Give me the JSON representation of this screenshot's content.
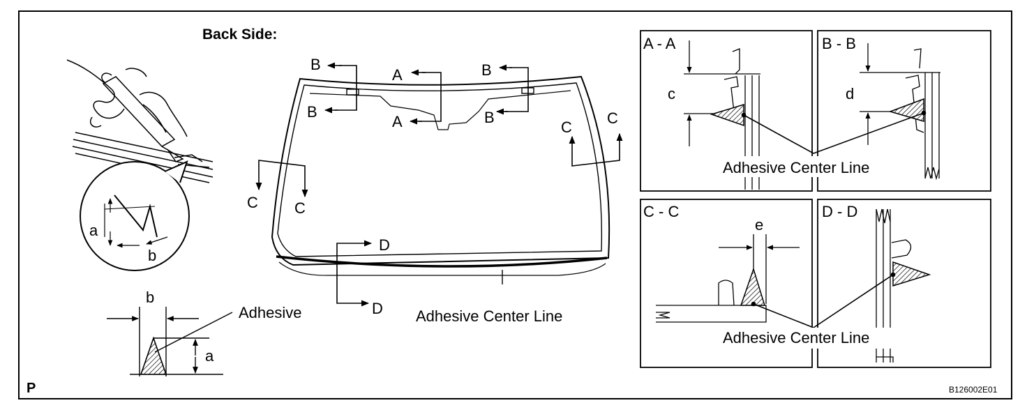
{
  "figure": {
    "heading": "Back Side:",
    "figure_code": "B126002E01",
    "corner_mark": "P"
  },
  "main_view": {
    "section_labels": {
      "a": "A",
      "b": "B",
      "c": "C",
      "d": "D"
    },
    "center_line_label": "Adhesive Center Line"
  },
  "applicator_view": {
    "dim_a": "a",
    "dim_b": "b"
  },
  "bead_profile": {
    "dim_a": "a",
    "dim_b": "b",
    "adhesive_label": "Adhesive"
  },
  "section_panels": [
    {
      "title": "A - A",
      "dim": "c"
    },
    {
      "title": "B - B",
      "dim": "d"
    },
    {
      "title": "C - C",
      "dim": "e"
    },
    {
      "title": "D - D",
      "dim": ""
    }
  ],
  "section_center_line_label": "Adhesive Center Line"
}
